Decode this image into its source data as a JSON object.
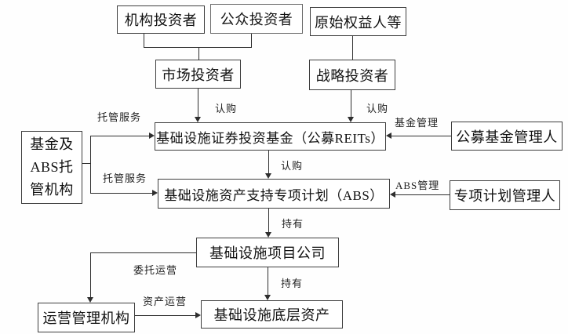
{
  "diagram": {
    "background": "#ffffff",
    "line_color": "#2e2e2e",
    "border_color": "#3e3e3e",
    "text_color": "#111111"
  },
  "nodes": {
    "institutional_investors": "机构投资者",
    "public_investors": "公众投资者",
    "original_equity_holders": "原始权益人等",
    "market_investors": "市场投资者",
    "strategic_investors": "战略投资者",
    "reits_fund": "基础设施证券投资基金（公募REITs）",
    "custodian": "基金及\nABS托\n管机构",
    "public_fund_manager": "公募基金管理人",
    "abs_plan": "基础设施资产支持专项计划（ABS）",
    "special_plan_manager": "专项计划管理人",
    "project_company": "基础设施项目公司",
    "operation_manager": "运营管理机构",
    "underlying_assets": "基础设施底层资产"
  },
  "edge_labels": {
    "custody_service_upper": "托管服务",
    "custody_service_lower": "托管服务",
    "subscription_market": "认购",
    "subscription_strategic": "认购",
    "subscription_reits": "认购",
    "fund_management": "基金管理",
    "abs_management": "ABS管理",
    "holding_upper": "持有",
    "holding_lower": "持有",
    "entrusted_operation": "委托运营",
    "asset_operation": "资产运营"
  }
}
